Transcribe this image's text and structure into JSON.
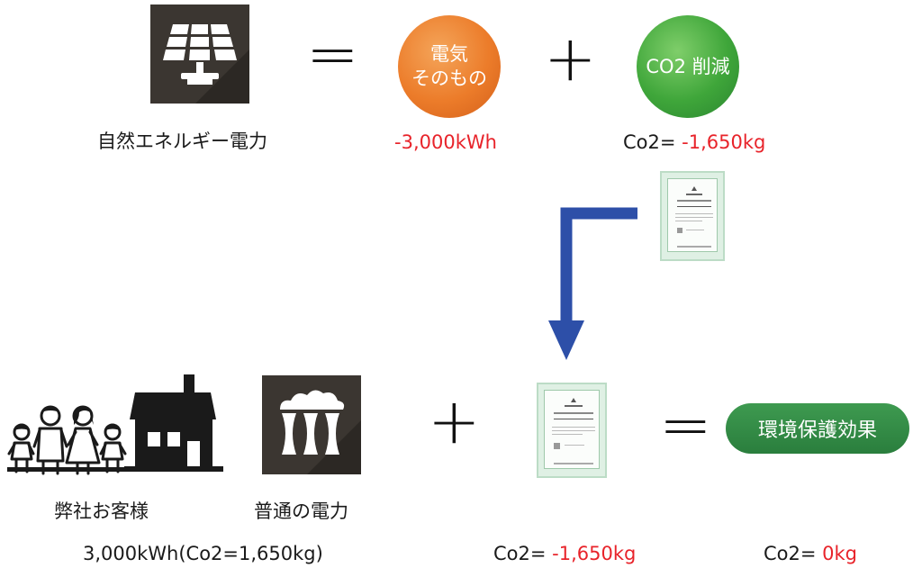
{
  "labels": {
    "natural_energy": "自然エネルギー電力",
    "customer": "弊社お客様",
    "normal_power": "普通の電力",
    "energy_value": "-3,000kWh",
    "co2_prefix": "Co2=",
    "co2_reduce_value": "-1,650kg",
    "customer_usage": "3,000kWh(Co2=1,650kg)",
    "co2_final_value": "-1,650kg",
    "co2_zero_value": "0kg"
  },
  "balls": {
    "electricity_line1": "電気",
    "electricity_line2": "そのもの",
    "co2_reduction": "CO2 削減"
  },
  "result": "環境保護効果",
  "operators": {
    "equals": "=",
    "plus": "+"
  },
  "colors": {
    "accent_red": "#e8232a",
    "orange": "#ec7c2a",
    "green": "#3fa63a",
    "pill_green": "#2f8a44",
    "arrow_blue": "#2d4fa8",
    "tile_dark": "#3b3631"
  },
  "icons": {
    "solar": "solar-panel-icon",
    "factory": "factory-icon",
    "family": "family-icon",
    "house": "house-icon",
    "certificate": "green-power-certificate-icon",
    "arrow": "down-arrow-icon"
  }
}
